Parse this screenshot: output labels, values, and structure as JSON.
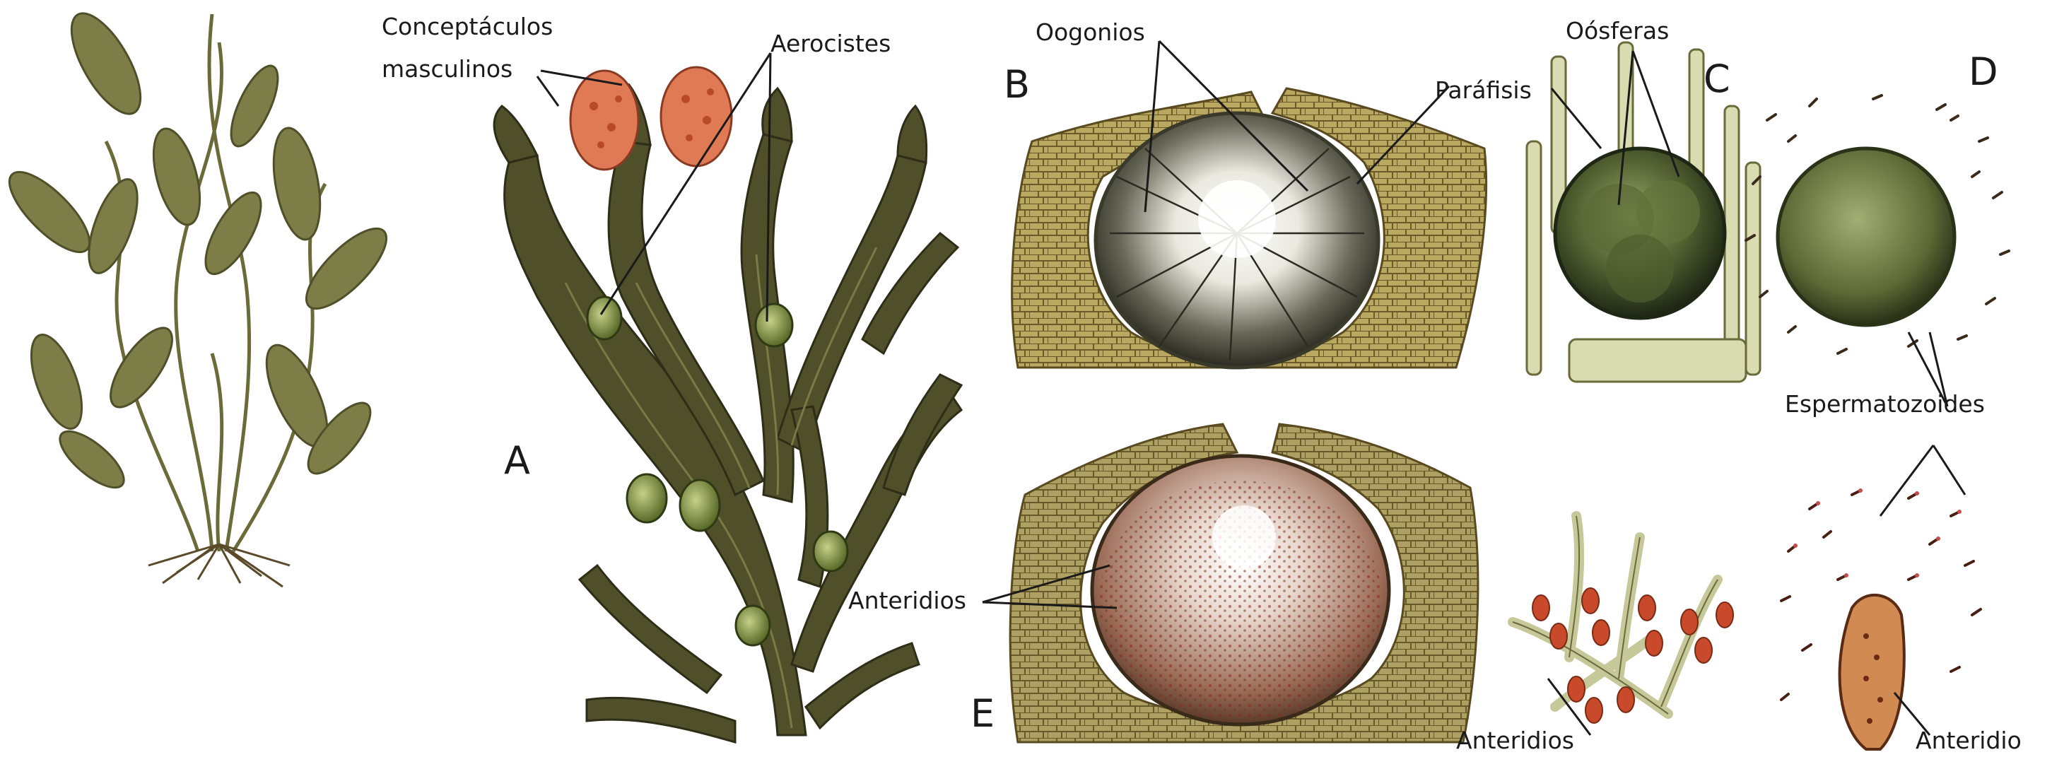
{
  "labels": {
    "conceptaculos": "Conceptáculos",
    "masculinos": "masculinos",
    "aerocistes": "Aerocistes",
    "oogonios": "Oogonios",
    "oosferas": "Oósferas",
    "parafisis": "Paráfisis",
    "espermatozoides": "Espermatozoides",
    "anteridios_e": "Anteridios",
    "anteridios_bottom": "Anteridios",
    "anteridio": "Anteridio"
  },
  "panel_letters": {
    "a": "A",
    "b": "B",
    "c": "C",
    "d": "D",
    "e": "E"
  },
  "colors": {
    "thallus": "#4f4f2a",
    "thallus_light": "#7a7a45",
    "aerocyst": "#8a9a44",
    "receptacle": "#e07a55",
    "tissue": "#b8a35e",
    "tissue_dark": "#7c6a32",
    "oogonium": "#2f3a22",
    "antheridia_red": "#c84a2a",
    "paraphysis": "#d9dcb0"
  }
}
